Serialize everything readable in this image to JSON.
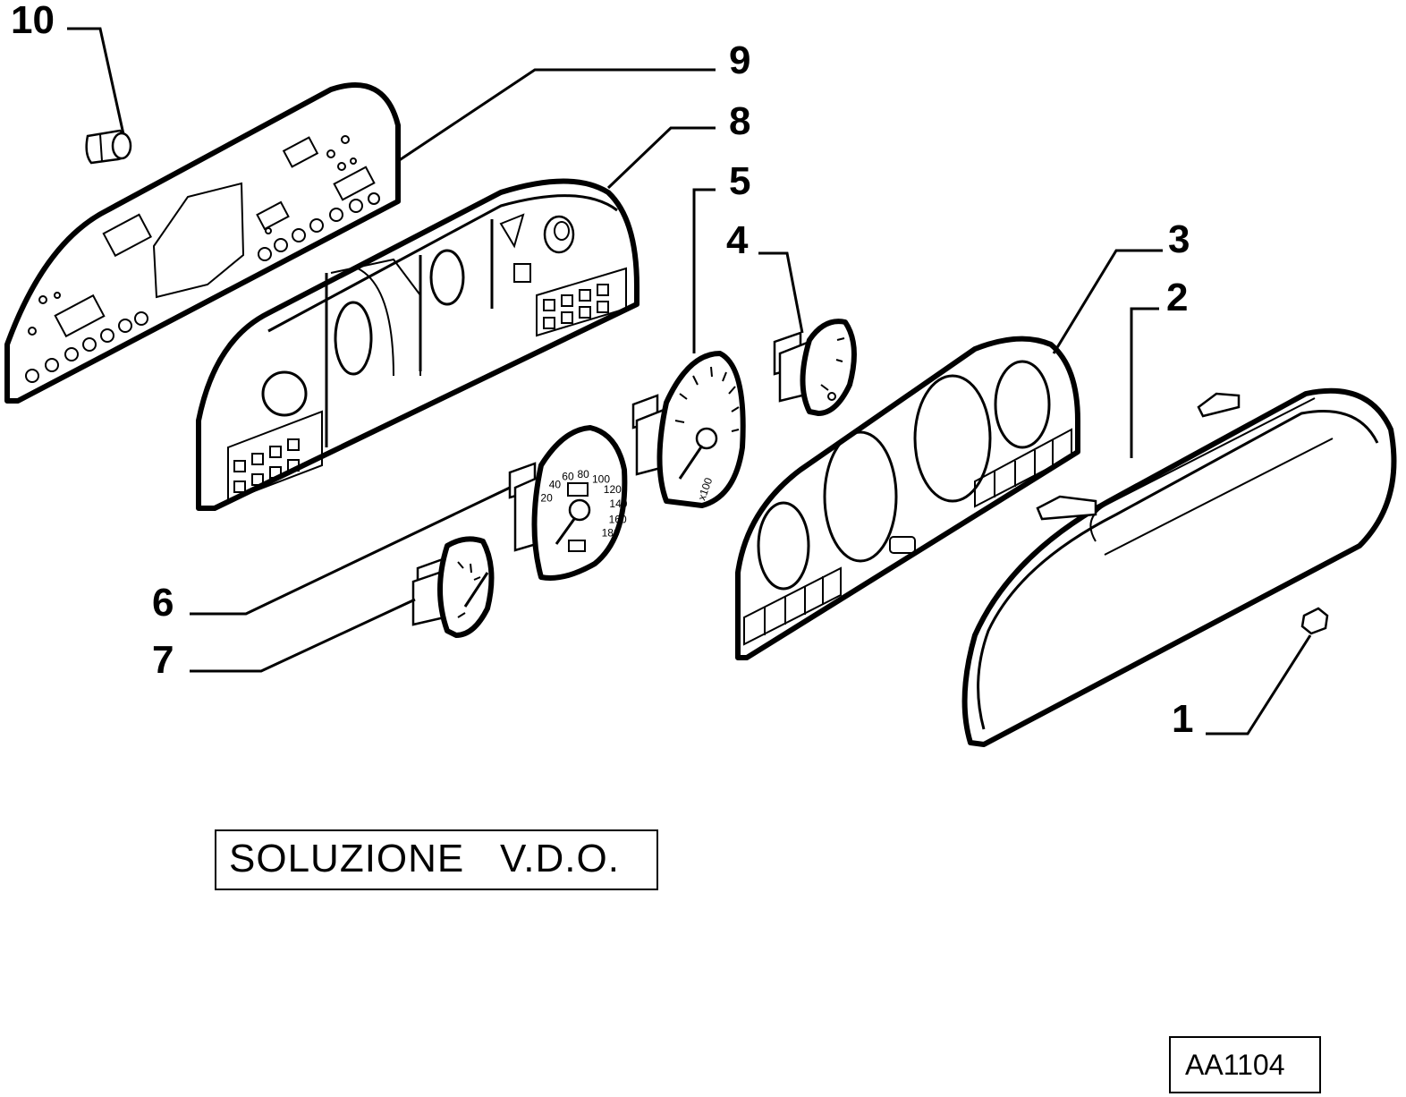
{
  "callouts": [
    {
      "id": "1",
      "label": "1"
    },
    {
      "id": "2",
      "label": "2"
    },
    {
      "id": "3",
      "label": "3"
    },
    {
      "id": "4",
      "label": "4"
    },
    {
      "id": "5",
      "label": "5"
    },
    {
      "id": "6",
      "label": "6"
    },
    {
      "id": "7",
      "label": "7"
    },
    {
      "id": "8",
      "label": "8"
    },
    {
      "id": "9",
      "label": "9"
    },
    {
      "id": "10",
      "label": "10"
    }
  ],
  "solution_label": "SOLUZIONE   V.D.O.",
  "drawing_code": "AA1104",
  "dials": {
    "speedo_marks": [
      "20",
      "40",
      "60",
      "80",
      "100",
      "120",
      "140",
      "160",
      "180"
    ],
    "tacho_multiplier": "x100"
  }
}
